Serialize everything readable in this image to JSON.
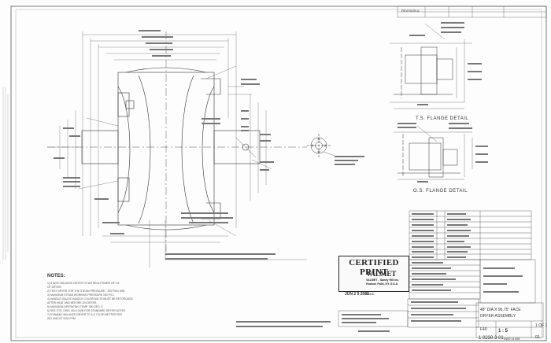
{
  "certified_print": {
    "heading": "CERTIFIED PRINT",
    "brand": "VALMET",
    "line1": "VALMET - Sandy Hill Inc.",
    "line2": "Hudson Falls, NY U.S.A.",
    "date_stamp": "JUN 2 9 2005",
    "signature_label": "BOND"
  },
  "details": {
    "ts_flange": "T.S. FLANGE DETAIL",
    "os_flange": "O.S. FLANGE DETAIL"
  },
  "notes": {
    "title": "NOTES:",
    "items": [
      "1) STATIC BALANCE DRYER TO WITHIN A POWER OF 0.5",
      "   OF DRYER.",
      "2) TEST DRYER FOR THE STEAM PRESSURE - 150 PSIG MIN.",
      "3) MAXIMUM STEAM WORKING PRESSURE 150 P.S.I.",
      "4) HANDLE GAUGE HANDLE COLOR BOLTS MUST BE RETORQUED",
      "   AFTER HEAT AND BEFORE ON DRYER.",
      "5) MAXIMUM OPERATING TEMP. 350 DEG. F.",
      "6) SEE STD. DWG. B0-0-0028 FOR STANDARD DRYER NOTES.",
      "7) DYNAMIC BALANCE DRYER TO A G 2.5 OR BETTER PER",
      "   ISO 1940 AT 1500 FPM."
    ]
  },
  "title_block": {
    "ref": "REVISION A",
    "title_line1": "48\" DIA X 96.75\" FACE",
    "title_line2": "DRYER ASSEMBLY",
    "dwg_no": "1 0230 3 01",
    "number_field": "F40",
    "scale": "1 : 5",
    "sheet": "1 OF 1",
    "rev": "01",
    "small_text": "DWG 14 605"
  }
}
